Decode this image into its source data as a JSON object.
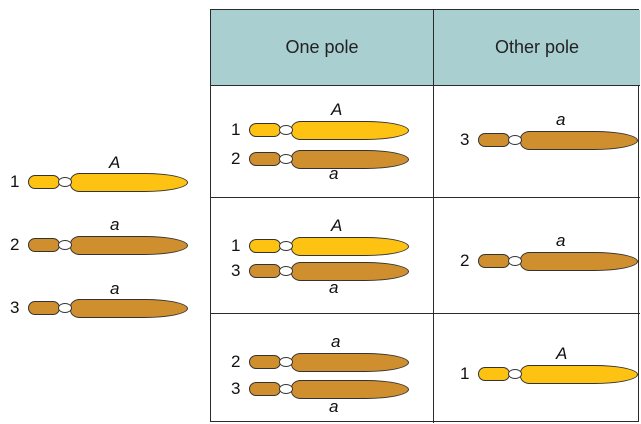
{
  "table": {
    "header_one_pole": "One pole",
    "header_other_pole": "Other pole"
  },
  "left": {
    "chromosomes": [
      {
        "number": "1",
        "allele": "A"
      },
      {
        "number": "2",
        "allele": "a"
      },
      {
        "number": "3",
        "allele": "a"
      }
    ]
  },
  "rows": [
    {
      "one_pole": [
        {
          "number": "1",
          "allele": "A"
        },
        {
          "number": "2",
          "allele": "a"
        }
      ],
      "other_pole": {
        "number": "3",
        "allele": "a"
      }
    },
    {
      "one_pole": [
        {
          "number": "1",
          "allele": "A"
        },
        {
          "number": "3",
          "allele": "a"
        }
      ],
      "other_pole": {
        "number": "2",
        "allele": "a"
      }
    },
    {
      "one_pole": [
        {
          "number": "2",
          "allele": "a"
        },
        {
          "number": "3",
          "allele": "a"
        }
      ],
      "other_pole": {
        "number": "1",
        "allele": "A"
      }
    }
  ],
  "colors": {
    "allele_A": "#fdc212",
    "allele_a": "#cf8f2e",
    "header_bg": "#a9cfd0"
  }
}
